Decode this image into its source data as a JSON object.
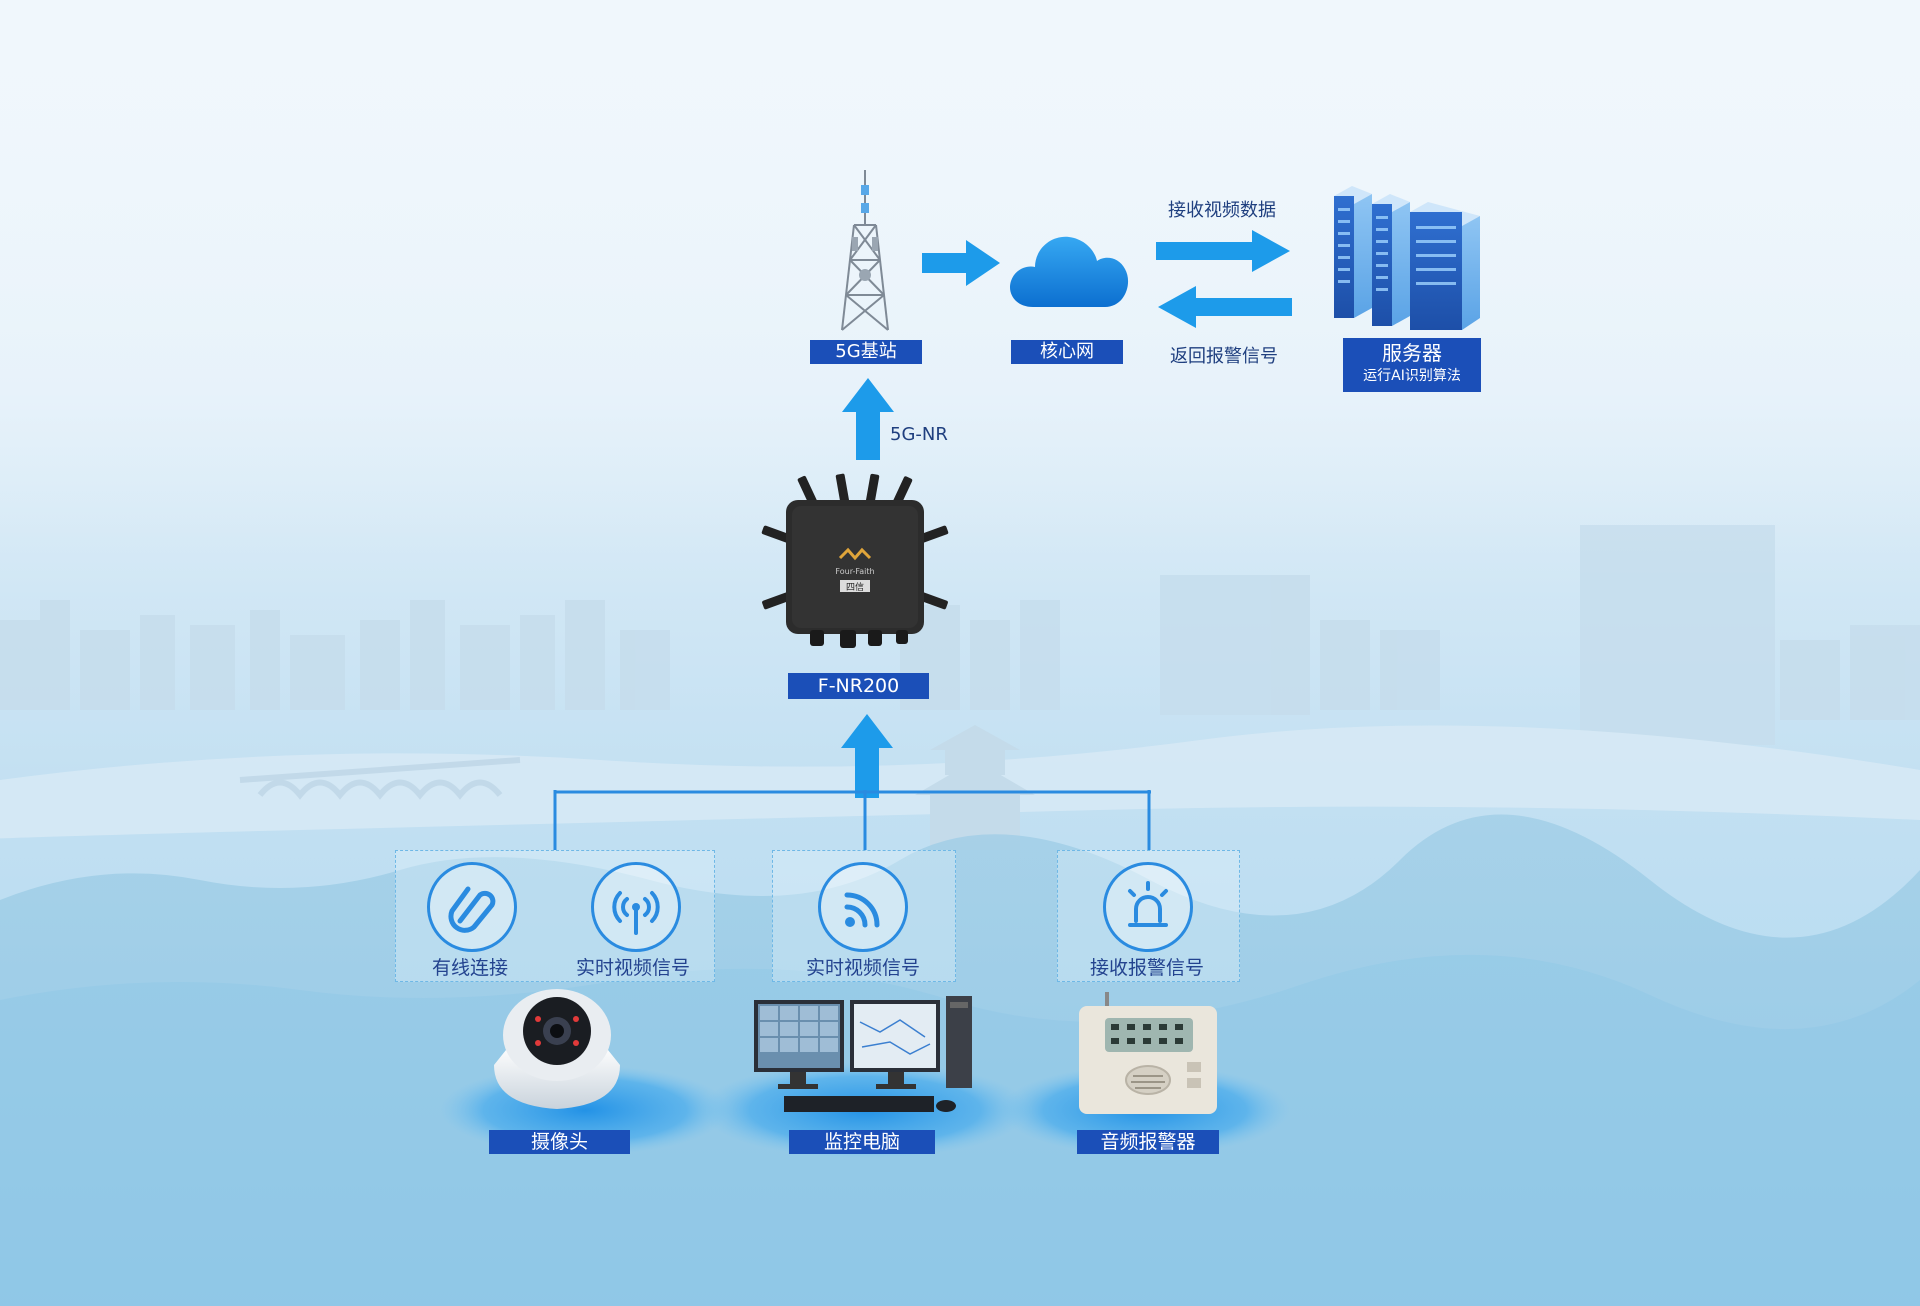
{
  "top": {
    "base_station": "5G基站",
    "core_network": "核心网",
    "receive_video": "接收视频数据",
    "return_alarm": "返回报警信号",
    "server_title": "服务器",
    "server_subtitle": "运行AI识别算法"
  },
  "middle": {
    "link": "5G-NR",
    "router": "F-NR200",
    "router_brand": "Four-Faith",
    "router_brand_cn": "四信"
  },
  "panels": [
    {
      "label": "有线连接",
      "icon": "link-icon"
    },
    {
      "label": "实时视频信号",
      "icon": "antenna-signal-icon"
    },
    {
      "label": "实时视频信号",
      "icon": "wifi-signal-icon"
    },
    {
      "label": "接收报警信号",
      "icon": "alarm-light-icon"
    }
  ],
  "devices": {
    "camera": "摄像头",
    "monitor_pc": "监控电脑",
    "audio_alarm": "音频报警器"
  },
  "colors": {
    "label_bg": "#1b4fb8",
    "arrow": "#1d9bea",
    "panel_border": "#6fb8e6"
  }
}
